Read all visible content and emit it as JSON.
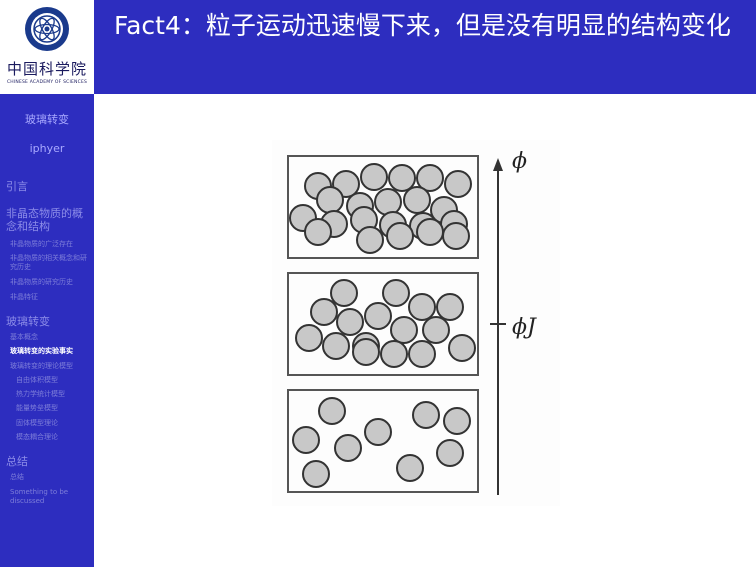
{
  "header": {
    "title": "Fact4：粒子运动迅速慢下来，但是没有明显的结构变化"
  },
  "logo": {
    "text_cn": "中国科学院",
    "text_en": "CHINESE ACADEMY OF SCIENCES"
  },
  "sidebar": {
    "title": "玻璃转变",
    "author": "iphyer",
    "sections": [
      {
        "label": "引言"
      },
      {
        "label": "非晶态物质的概念和结构",
        "items": [
          "非晶物质的广泛存在",
          "非晶物质的相关概念和研究历史",
          "非晶物质的研究历史",
          "非晶特征"
        ]
      },
      {
        "label": "玻璃转变",
        "items": [
          "基本概念",
          "玻璃转变的实验事实",
          "玻璃转变的理论模型"
        ],
        "subitems": [
          "自由体积模型",
          "热力学统计模型",
          "能量势垒模型",
          "固体模型理论",
          "模态耦合理论"
        ]
      },
      {
        "label": "总结",
        "items": [
          "总结",
          "Something to be discussed"
        ]
      }
    ],
    "active_item": "玻璃转变的实验事实"
  },
  "figure": {
    "phi_label": "ϕ",
    "phi_j_label": "ϕJ",
    "particle_color": "#c8c8c8"
  }
}
